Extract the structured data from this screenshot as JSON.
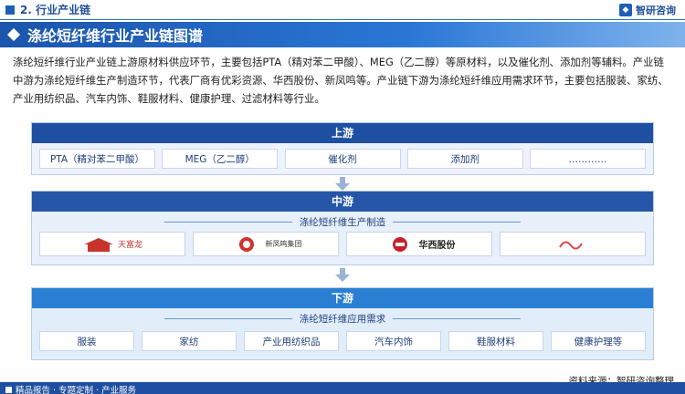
{
  "header": {
    "breadcrumb": "2. 行业产业链",
    "brand": "智研咨询",
    "title": "涤纶短纤维行业产业链图谱"
  },
  "description": "涤纶短纤维行业产业链上游原材料供应环节，主要包括PTA（精对苯二甲酸）、MEG（乙二醇）等原材料，以及催化剂、添加剂等辅料。产业链中游为涤纶短纤维生产制造环节，代表厂商有优彩资源、华西股份、新凤鸣等。产业链下游为涤纶短纤维应用需求环节，主要包括服装、家纺、产业用纺织品、汽车内饰、鞋服材料、健康护理、过滤材料等行业。",
  "upstream": {
    "label": "上游",
    "items": [
      "PTA（精对苯二甲酸）",
      "MEG（乙二醇）",
      "催化剂",
      "添加剂",
      "…………"
    ]
  },
  "midstream": {
    "label": "中游",
    "subtitle": "涤纶短纤维生产制造",
    "logos": [
      {
        "name": "天富龙",
        "color": "#c8342c"
      },
      {
        "name": "新凤鸣集团",
        "color": "#d2332e"
      },
      {
        "name": "华西股份",
        "color": "#c8202a"
      },
      {
        "name": "other-logo",
        "color": "#d94848"
      }
    ]
  },
  "downstream": {
    "label": "下游",
    "subtitle": "涤纶短纤维应用需求",
    "items": [
      "服装",
      "家纺",
      "产业用纺织品",
      "汽车内饰",
      "鞋服材料",
      "健康护理等"
    ]
  },
  "footer": {
    "source": "资料来源：智研咨询整理",
    "services": "精品报告 · 专题定制 · 产业服务"
  }
}
